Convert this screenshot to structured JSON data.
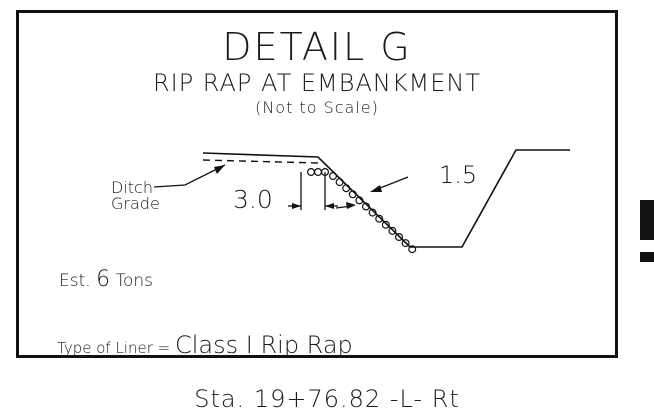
{
  "detail": {
    "title": "DETAIL G",
    "subtitle": "RIP RAP AT EMBANKMENT",
    "note": "(Not to Scale)"
  },
  "labels": {
    "ditch_line1": "Ditch",
    "ditch_line2": "Grade",
    "dimension_bottom": "3.0",
    "dimension_slope": "1.5"
  },
  "estimate": {
    "prefix": "Est.",
    "quantity": "6",
    "unit": "Tons"
  },
  "liner": {
    "label": "Type of Liner =",
    "value": "Class I Rip Rap"
  },
  "station": "Sta. 19+76.82 -L- Rt"
}
